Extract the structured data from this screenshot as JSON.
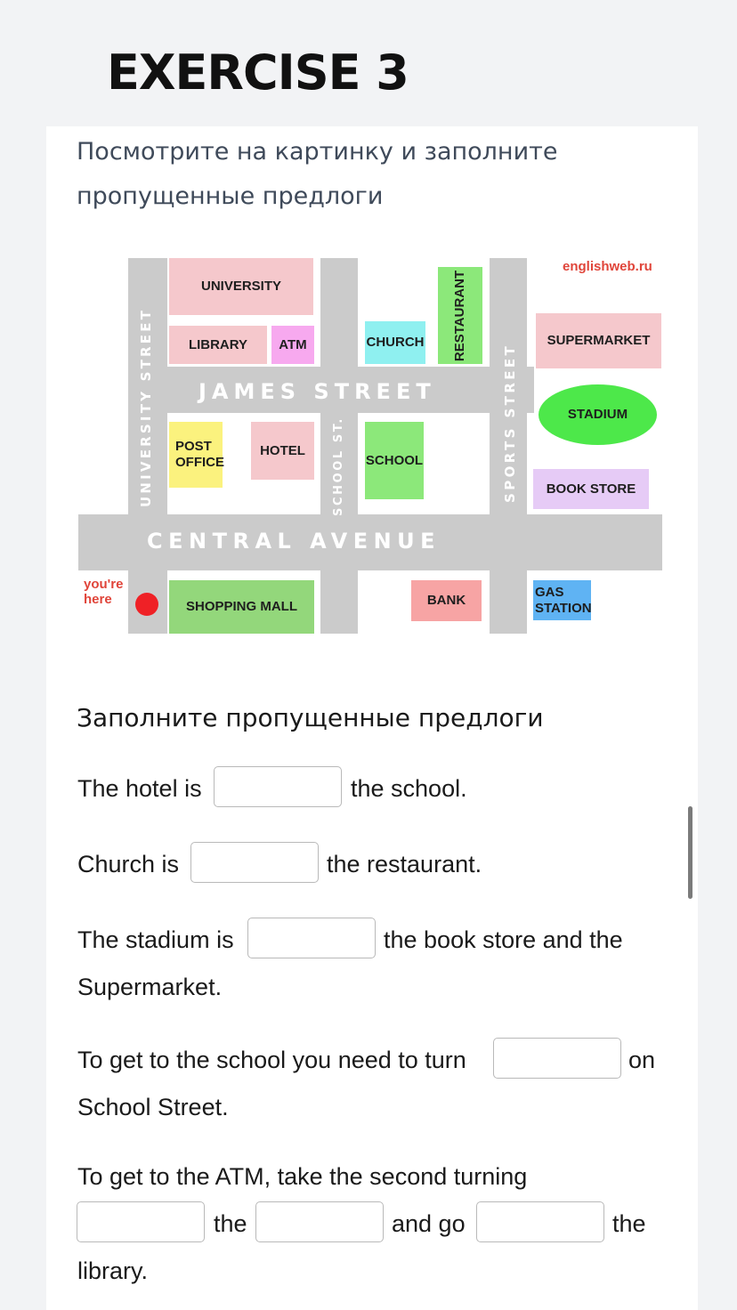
{
  "exercise_title": "EXERCISE 3",
  "instruction": "Посмотрите на картинку и заполните пропущенные предлоги",
  "map": {
    "watermark": "englishweb.ru",
    "you_are_here_line1": "you're",
    "you_are_here_line2": "here",
    "streets": {
      "university": "UNIVERSITY STREET",
      "james": "JAMES STREET",
      "school": "SCHOOL ST.",
      "sports": "SPORTS STREET",
      "central": "CENTRAL AVENUE"
    },
    "buildings": {
      "university": "UNIVERSITY",
      "library": "LIBRARY",
      "atm": "ATM",
      "church": "CHURCH",
      "restaurant": "RESTAURANT",
      "supermarket": "SUPERMARKET",
      "stadium": "STADIUM",
      "post_office_1": "POST",
      "post_office_2": "OFFICE",
      "hotel": "HOTEL",
      "school": "SCHOOL",
      "book_store": "BOOK STORE",
      "shopping_mall": "SHOPPING MALL",
      "bank": "BANK",
      "gas_station_1": "GAS",
      "gas_station_2": "STATION"
    },
    "colors": {
      "road": "#cbcbcb",
      "pink": "#f5c8cc",
      "magenta": "#f7a9ef",
      "cyan": "#8ff0f0",
      "green": "#8ce87a",
      "bright_green": "#4de84a",
      "yellow": "#fbf27e",
      "lavender": "#e6cbf6",
      "mall_green": "#93d77b",
      "bank_pink": "#f7a4a4",
      "gas_blue": "#5fb3f3",
      "marker_red": "#ef2126"
    }
  },
  "questions": {
    "heading": "Заполните пропущенные предлоги",
    "q1": {
      "before": "The hotel is",
      "after": "the school."
    },
    "q2": {
      "before": "Church is",
      "after": "the restaurant."
    },
    "q3": {
      "before": "The stadium is",
      "after": "the book store and the",
      "line2": "Supermarket."
    },
    "q4": {
      "before": "To get to the school you need to turn",
      "after": "on",
      "line2": "School Street."
    },
    "q5": {
      "line1": "To get to the ATM, take the second turning",
      "mid1": "the",
      "mid2": "and go",
      "mid3": "the",
      "line3": "library."
    }
  }
}
